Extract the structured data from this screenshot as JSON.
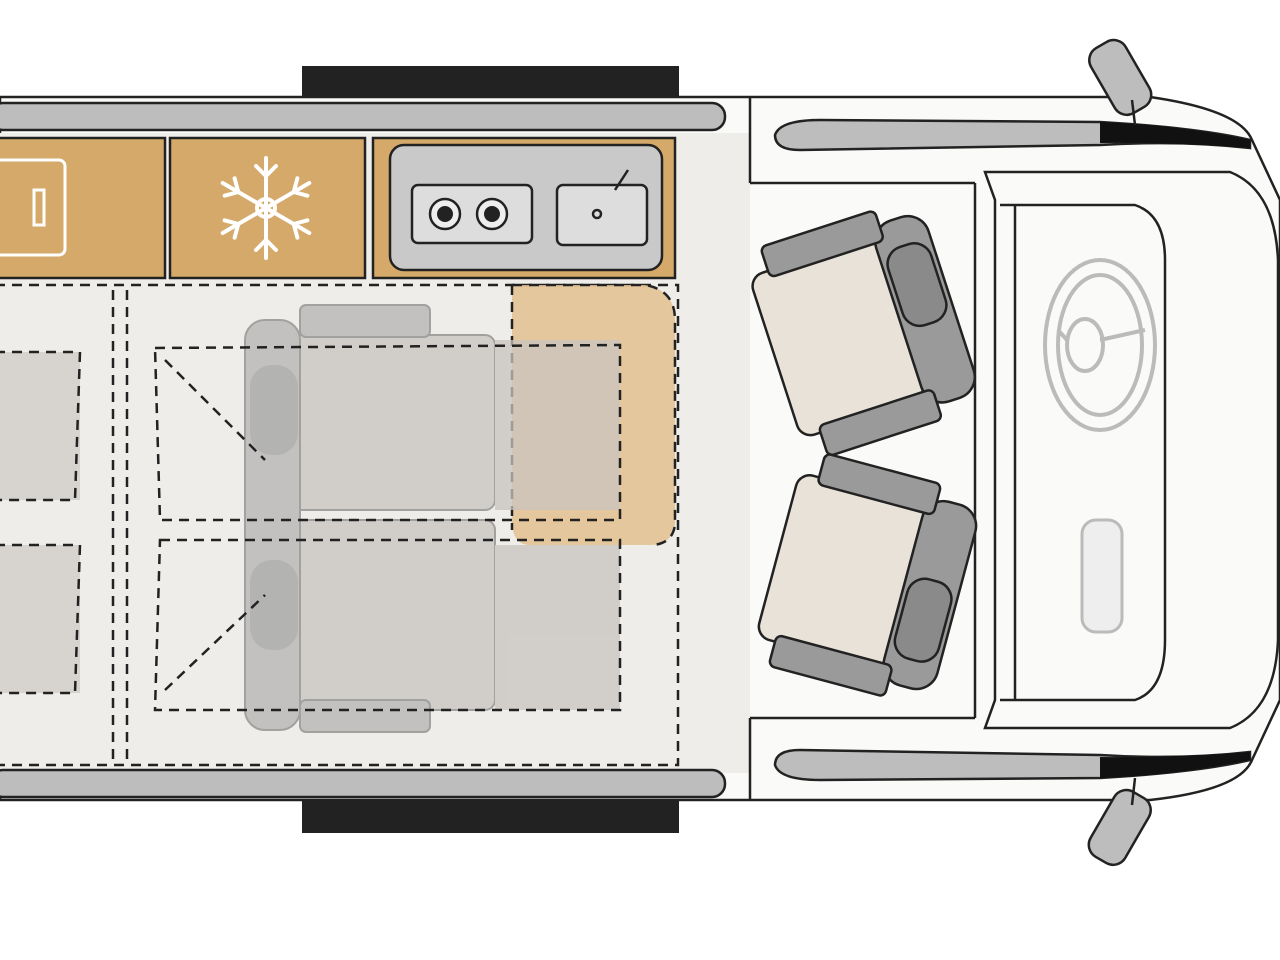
{
  "diagram": {
    "kind": "camper van floor plan (top view)",
    "components": [
      {
        "name": "cabinet",
        "icon": "box-icon"
      },
      {
        "name": "fridge",
        "icon": "snowflake-icon"
      },
      {
        "name": "kitchen",
        "icon": "stove-sink-icon"
      },
      {
        "name": "rear-bench-seats",
        "icon": "seat-icon"
      },
      {
        "name": "cab-swivel-seats",
        "icon": "seat-icon"
      },
      {
        "name": "dashboard",
        "icon": "steering-wheel-icon"
      },
      {
        "name": "side-mirrors",
        "icon": "mirror-icon"
      }
    ]
  },
  "colors": {
    "cabinet": "#d5a969",
    "cabinet_light": "#e3c08f",
    "interior_floor": "#efede9",
    "seat_cushion": "#e9e2d8",
    "seat_frame": "#9a9a9a",
    "rail": "#bdbdbd",
    "outline": "#222222",
    "door_step": "#222222"
  }
}
